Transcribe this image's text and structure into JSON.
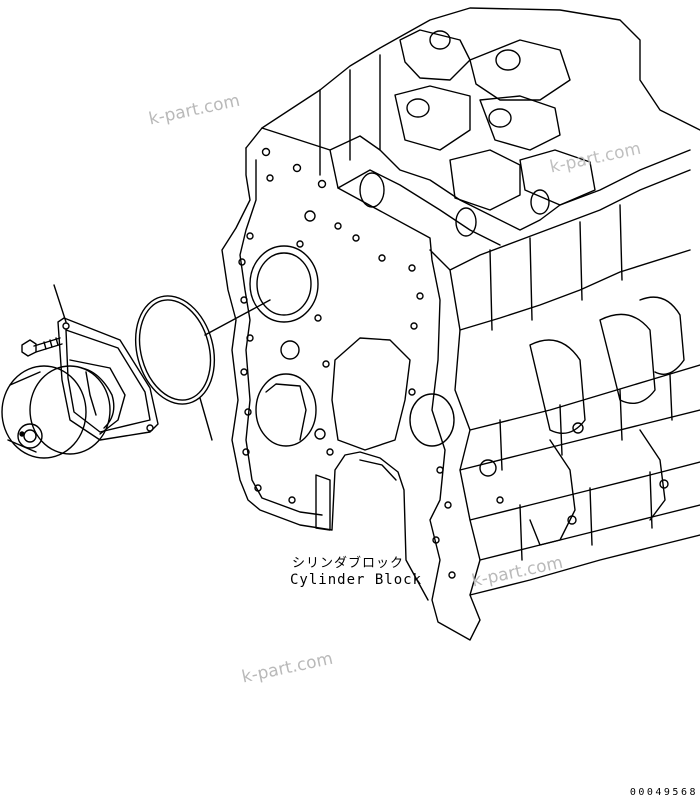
{
  "labels": {
    "part_name_jp": "シリンダブロック",
    "part_name_en": "Cylinder Block"
  },
  "watermarks": [
    "k-part.com",
    "k-part.com",
    "k-part.com",
    "k-part.com"
  ],
  "drawing_number": "00049568",
  "colors": {
    "line": "#000000",
    "watermark": "#b9b9b9",
    "background": "#ffffff"
  },
  "icons": [
    "water-pump",
    "o-ring-gasket",
    "bolt",
    "cylinder-block"
  ]
}
